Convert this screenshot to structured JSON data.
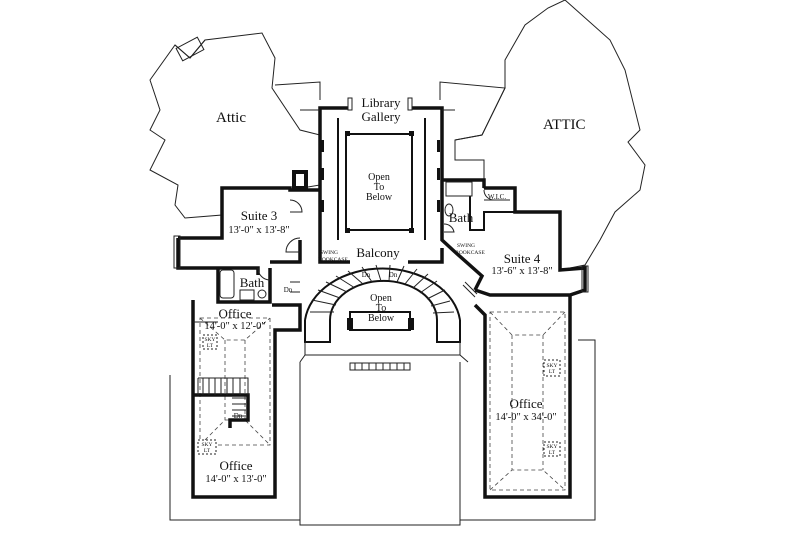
{
  "plan": {
    "attic_left": "Attic",
    "attic_right": "ATTIC",
    "library": {
      "line1": "Library",
      "line2": "Gallery"
    },
    "open_top": {
      "line1": "Open",
      "line2": "To",
      "line3": "Below"
    },
    "open_bottom": {
      "line1": "Open",
      "line2": "To",
      "line3": "Below"
    },
    "balcony": "Balcony",
    "suite3": {
      "name": "Suite 3",
      "dims": "13'-0\" x 13'-8\""
    },
    "suite4": {
      "name": "Suite 4",
      "dims": "13'-6\" x 13'-8\""
    },
    "bath_left": "Bath",
    "bath_right": "Bath",
    "wic": "W.I.C.",
    "swing_left": {
      "line1": "SWING",
      "line2": "BOOKCASE"
    },
    "swing_right": {
      "line1": "SWING",
      "line2": "BOOKCASE"
    },
    "dn_labels": [
      "Dn",
      "Dn",
      "Dn",
      "Dn"
    ],
    "office_upper": {
      "name": "Office",
      "dims": "14'-0\" x 12'-0\""
    },
    "office_lower": {
      "name": "Office",
      "dims": "14'-0\" x 13'-0\""
    },
    "office_right": {
      "name": "Office",
      "dims": "14'-0\" x 34'-0\""
    },
    "sky_left_upper": {
      "line1": "SKY",
      "line2": "LT"
    },
    "sky_left_lower": {
      "line1": "SKY",
      "line2": "LT"
    },
    "sky_right_upper": {
      "line1": "SKY",
      "line2": "LT"
    },
    "sky_right_lower": {
      "line1": "SKY",
      "line2": "LT"
    }
  }
}
